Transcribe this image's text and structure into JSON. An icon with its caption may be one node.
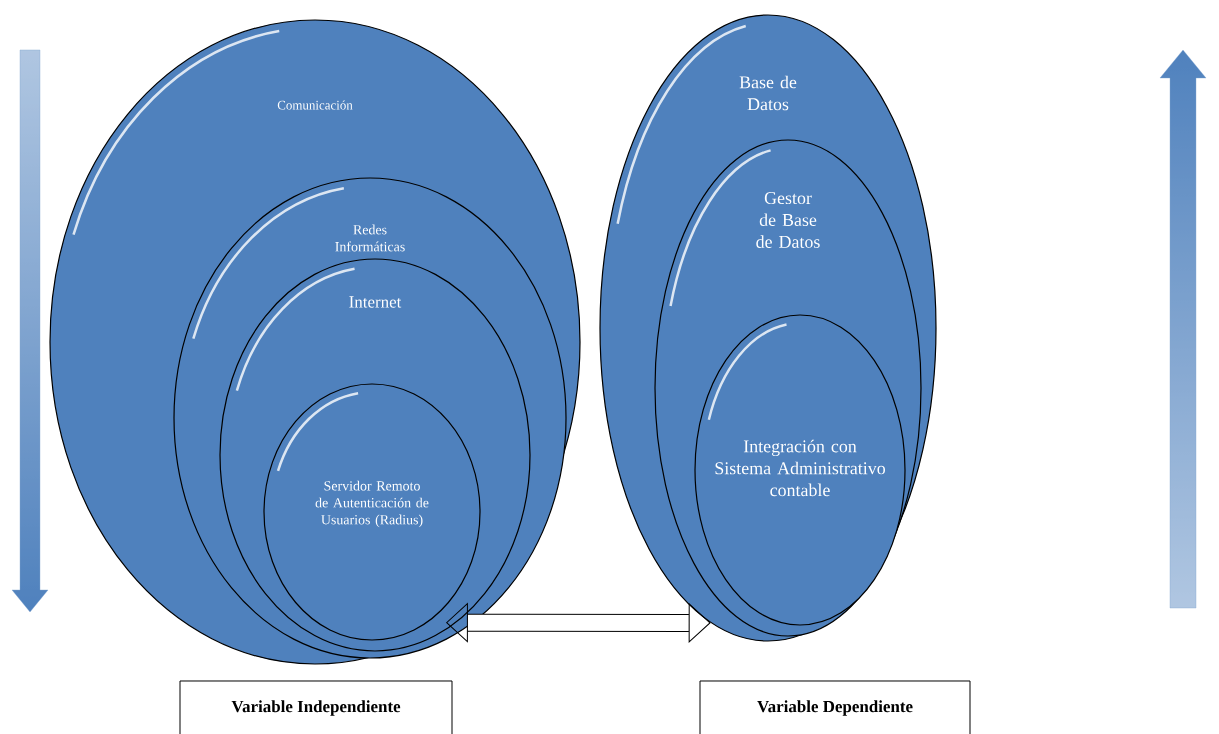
{
  "diagram": {
    "nodes": [
      {
        "text": [
          "Comunicación"
        ]
      },
      {
        "text": [
          "Redes Informáticas"
        ],
        "in": 0
      },
      {
        "text": [
          "Internet"
        ],
        "in": 1
      },
      {
        "text": [
          "Servidor Remoto de Autenticación de Usuarios (Radius)"
        ],
        "in": 2
      },
      {
        "text": [
          "Base de Datos"
        ]
      },
      {
        "text": [
          "Gestor de Base de Datos"
        ],
        "in": 4
      },
      {
        "text": [
          "Integración con Sistema Administrativo contable"
        ],
        "in": 5
      },
      {
        "text": [
          "Variable Independiente"
        ]
      },
      {
        "text": [
          "Variable Dependiente"
        ]
      }
    ],
    "edges": [
      {
        "from": 0,
        "to": 4,
        "arrow": "both"
      }
    ]
  }
}
